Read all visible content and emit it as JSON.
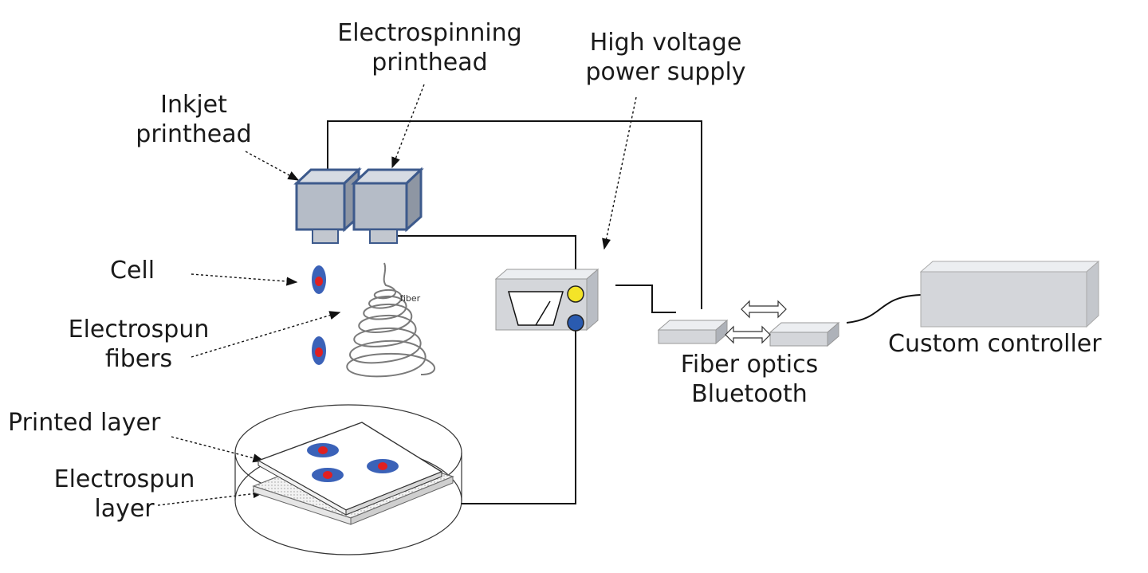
{
  "labels": {
    "inkjet_printhead": [
      "Inkjet",
      "printhead"
    ],
    "electrospinning_printhead": [
      "Electrospinning",
      "printhead"
    ],
    "high_voltage_power_supply": [
      "High voltage",
      "power supply"
    ],
    "cell": "Cell",
    "electrospun_fibers": [
      "Electrospun",
      "fibers"
    ],
    "fiber_small": "fiber",
    "printed_layer": "Printed layer",
    "electrospun_layer": [
      "Electrospun",
      "layer"
    ],
    "fiber_optics_bluetooth": [
      "Fiber optics",
      "Bluetooth"
    ],
    "custom_controller": "Custom controller"
  },
  "colors": {
    "printhead_fill": "#b5bcc7",
    "printhead_stroke": "#3d5a8c",
    "device_fill": "#d4d6da",
    "cell_outer": "#3b62b8",
    "cell_inner": "#e02020",
    "knob_yellow": "#f4e428",
    "knob_blue": "#2a5bb0",
    "wire": "#111111"
  }
}
